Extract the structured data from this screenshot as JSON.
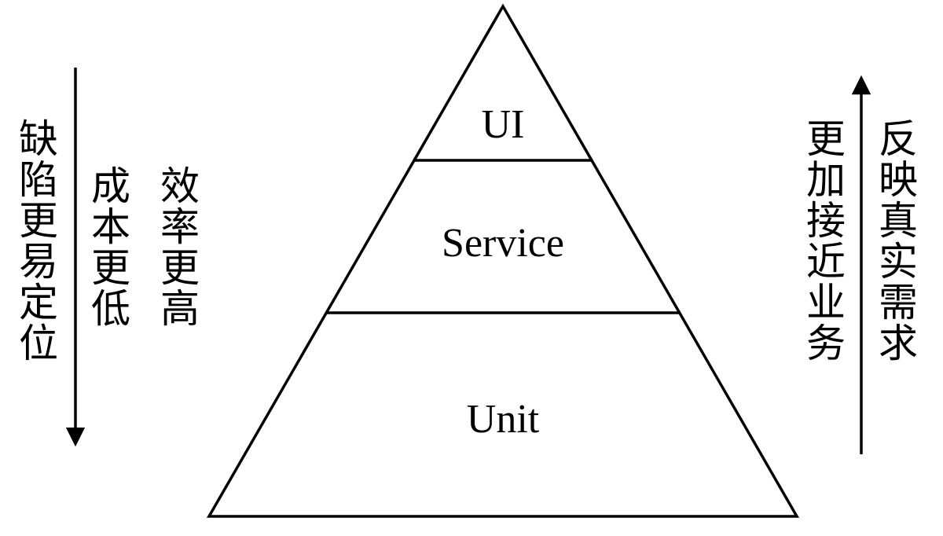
{
  "pyramid": {
    "layers": {
      "top": "UI",
      "middle": "Service",
      "bottom": "Unit"
    }
  },
  "left_side": {
    "col1": "缺陷更易定位",
    "col2": "成本更低",
    "col3": "效率更高",
    "arrow_direction": "down"
  },
  "right_side": {
    "col1": "更加接近业务",
    "col2": "反映真实需求",
    "arrow_direction": "up"
  },
  "colors": {
    "stroke": "#000000",
    "background": "#ffffff"
  }
}
